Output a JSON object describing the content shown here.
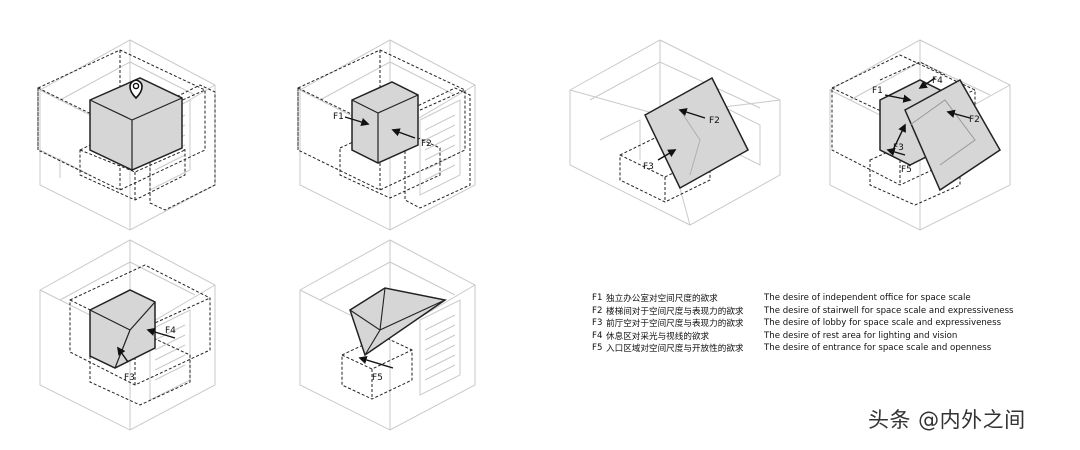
{
  "diagram": {
    "labels": {
      "f1": "F1",
      "f2": "F2",
      "f3": "F3",
      "f4": "F4",
      "f5": "F5"
    }
  },
  "legend": {
    "items": [
      {
        "code": "F1",
        "cn": "独立办公室对空间尺度的欲求",
        "en": "The desire of independent office for space scale"
      },
      {
        "code": "F2",
        "cn": "楼梯间对于空间尺度与表现力的欲求",
        "en": "The desire of stairwell for space scale and expressiveness"
      },
      {
        "code": "F3",
        "cn": "前厅空对于空间尺度与表现力的欲求",
        "en": "The desire of lobby for space scale and expressiveness"
      },
      {
        "code": "F4",
        "cn": "休息区对采光与视线的欲求",
        "en": "The desire of rest area for lighting and vision"
      },
      {
        "code": "F5",
        "cn": "入口区域对空间尺度与开放性的欲求",
        "en": "The desire of entrance for space scale  and openness"
      }
    ]
  },
  "watermark": "头条 @内外之间"
}
